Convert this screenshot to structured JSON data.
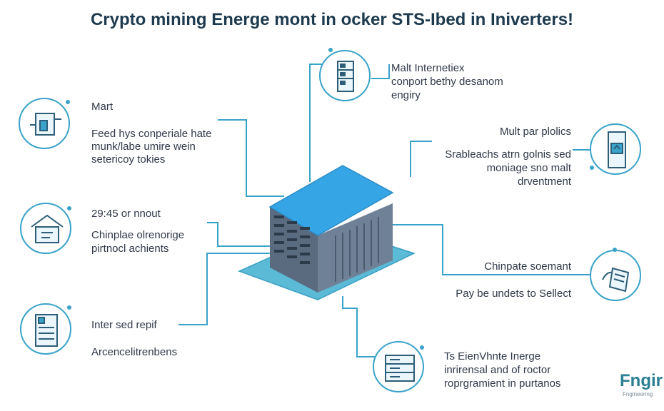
{
  "title": "Crypto mining Energe mont in ocker STS-Ibed in Iniverters!",
  "colors": {
    "accent": "#3aa3c9",
    "title": "#1d3a4f",
    "server_top": "#2f9fe0",
    "server_side": "#56697f",
    "base": "#52b5d2"
  },
  "icons": {
    "top": "server-rack-icon",
    "left1": "machine-icon",
    "left2": "house-circuit-icon",
    "left3": "battery-cabinet-icon",
    "right1": "inverter-unit-icon",
    "right2": "hand-device-icon",
    "bottom": "storage-rack-icon"
  },
  "labels": {
    "top": {
      "line1": "Malt Internetiex",
      "line2": "conport bethy desanom",
      "line3": "engiry"
    },
    "left1": {
      "heading": "Mart",
      "line1": "Feed hys conperiale hate",
      "line2": "munk/labe umire wein",
      "line3": "setericoy tokies"
    },
    "left2": {
      "heading": "29:45 or nnout",
      "line1": "Chinplae olrenorige",
      "line2": "pirtnocl achients"
    },
    "left3": {
      "heading": "Inter sed repif",
      "line1": "Arcencelitrenbens"
    },
    "right1": {
      "heading": "Mult par plolics",
      "line1": "Srableachs atrn golnis sed",
      "line2": "moniage sno malt",
      "line3": "drventment"
    },
    "right2": {
      "heading": "Chinpate soemant",
      "line1": "Pay be undets to Sellect"
    },
    "bottom": {
      "line1": "Ts EienVhnte Inerge",
      "line2": "inrirensal and of roctor",
      "line3": "roprgramient in purtanos"
    }
  },
  "brand": {
    "name": "Fngir",
    "tagline": "Fngineering"
  }
}
